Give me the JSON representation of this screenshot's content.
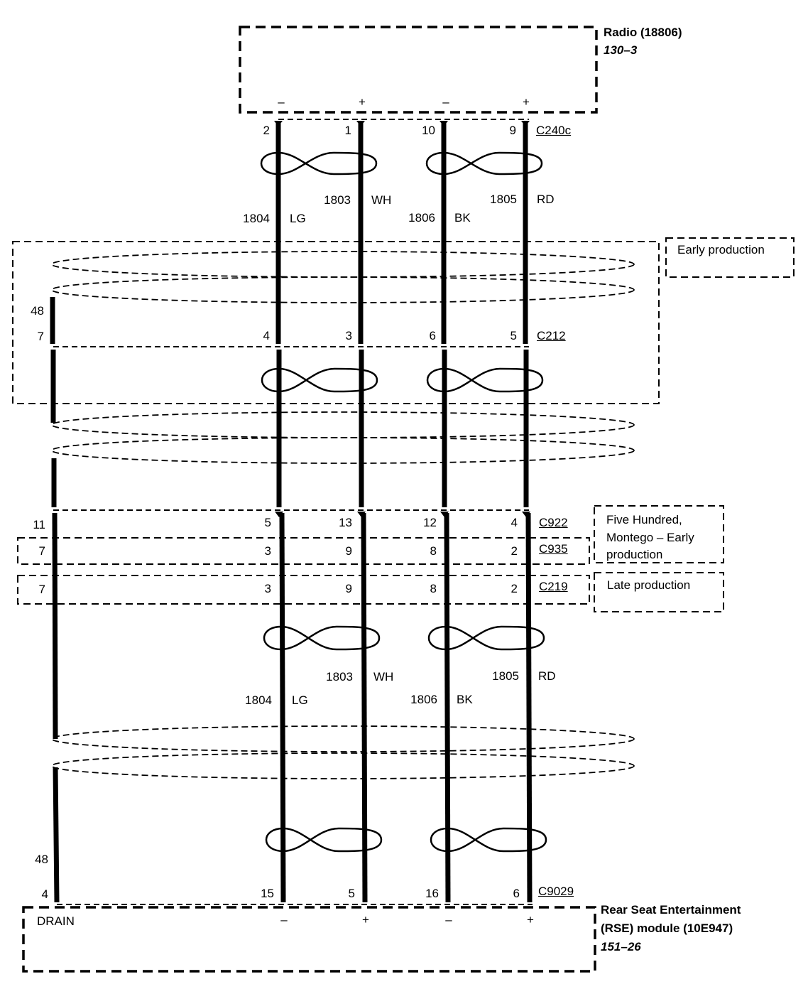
{
  "radio": {
    "title": "Radio (18806)",
    "ref": "130–3",
    "polarity": [
      "–",
      "+",
      "–",
      "+"
    ],
    "pins": [
      "2",
      "1",
      "10",
      "9"
    ],
    "connector": "C240c"
  },
  "upper_wires": [
    {
      "circuit": "1804",
      "color": "LG"
    },
    {
      "circuit": "1803",
      "color": "WH"
    },
    {
      "circuit": "1806",
      "color": "BK"
    },
    {
      "circuit": "1805",
      "color": "RD"
    }
  ],
  "early_production": {
    "label": "Early production",
    "drain_pins": [
      "48",
      "7"
    ],
    "pins": [
      "4",
      "3",
      "6",
      "5"
    ],
    "connector": "C212"
  },
  "c922_row": {
    "drain_pin": "11",
    "pins": [
      "5",
      "13",
      "12",
      "4"
    ],
    "connector": "C922"
  },
  "c935_row": {
    "drain_pin": "7",
    "pins": [
      "3",
      "9",
      "8",
      "2"
    ],
    "connector": "C935"
  },
  "c219_row": {
    "drain_pin": "7",
    "pins": [
      "3",
      "9",
      "8",
      "2"
    ],
    "connector": "C219"
  },
  "note_five_hundred": [
    "Five Hundred,",
    "Montego – Early",
    "production"
  ],
  "note_late": "Late production",
  "lower_wires": [
    {
      "circuit": "1804",
      "color": "LG"
    },
    {
      "circuit": "1803",
      "color": "WH"
    },
    {
      "circuit": "1806",
      "color": "BK"
    },
    {
      "circuit": "1805",
      "color": "RD"
    }
  ],
  "rse": {
    "title_line1": "Rear Seat Entertainment",
    "title_line2": "(RSE) module (10E947)",
    "ref": "151–26",
    "drain_pins": [
      "48",
      "4"
    ],
    "pins": [
      "15",
      "5",
      "16",
      "6"
    ],
    "connector": "C9029",
    "drain_label": "DRAIN",
    "polarity": [
      "–",
      "+",
      "–",
      "+"
    ]
  }
}
